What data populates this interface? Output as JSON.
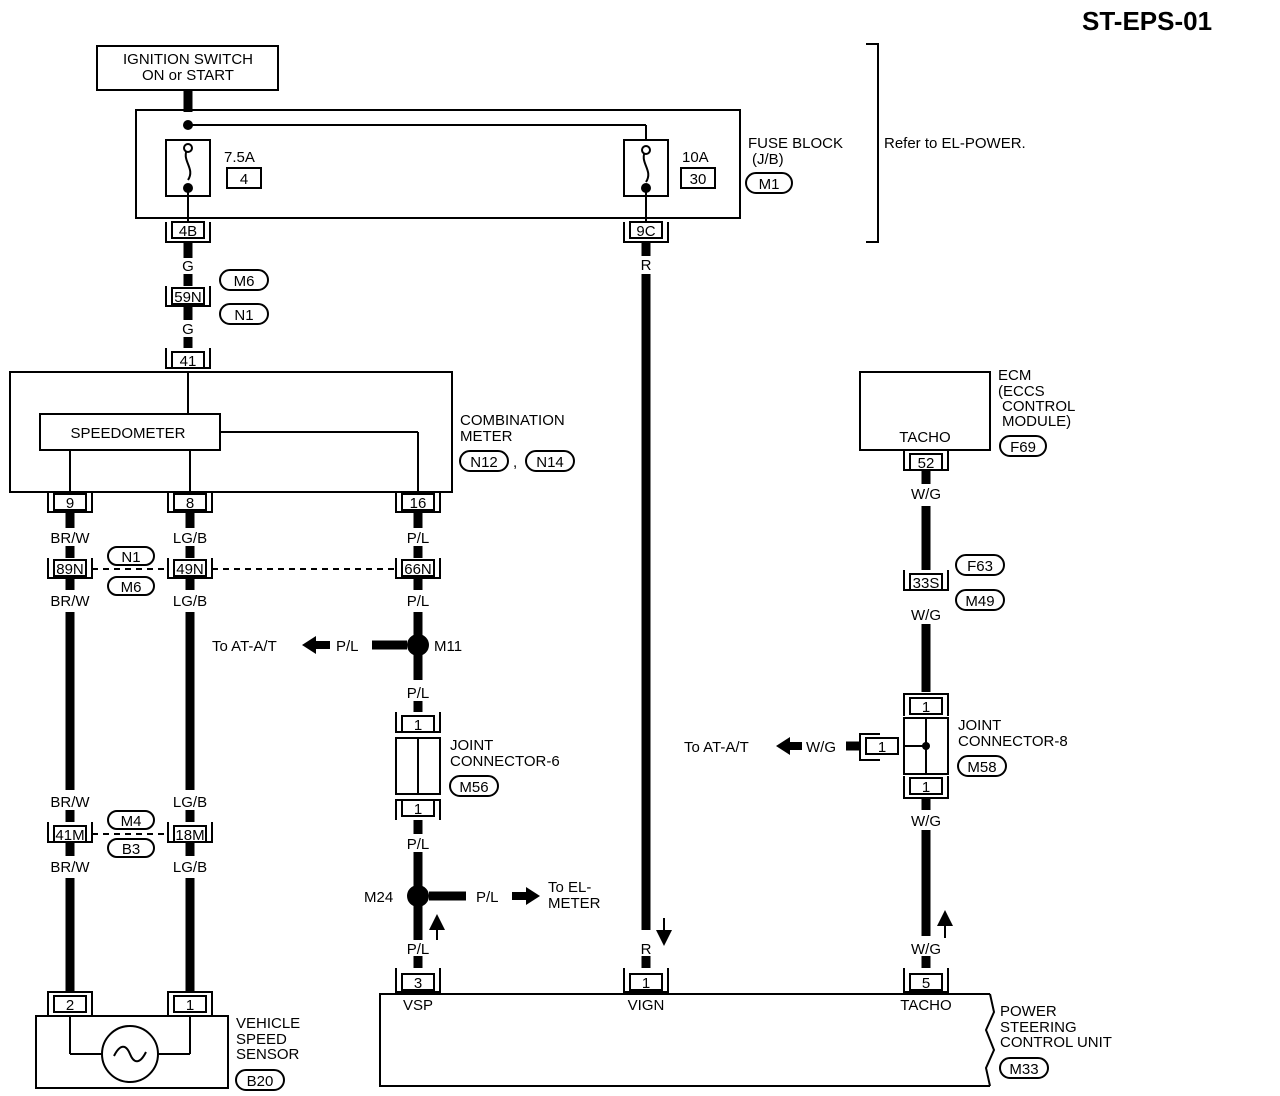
{
  "page_code": "ST-EPS-01",
  "ignition": {
    "line1": "IGNITION SWITCH",
    "line2": "ON or START"
  },
  "fuse_block": {
    "label1": "FUSE BLOCK",
    "label2": "(J/B)",
    "conn": "M1",
    "refer": "Refer to EL-POWER.",
    "fuse_a_amps": "7.5A",
    "fuse_a_num": "4",
    "fuse_b_amps": "10A",
    "fuse_b_num": "30",
    "term_a": "4B",
    "term_b": "9C"
  },
  "wires": {
    "g": "G",
    "r": "R",
    "brw": "BR/W",
    "lgb": "LG/B",
    "pl": "P/L",
    "wg": "W/G"
  },
  "connectors": {
    "m6": "M6",
    "n1": "N1",
    "c59n": "59N",
    "c89n": "89N",
    "c49n": "49N",
    "c66n": "66N",
    "m4": "M4",
    "b3": "B3",
    "c41m": "41M",
    "c18m": "18M",
    "f63": "F63",
    "m49": "M49",
    "c33s": "33S"
  },
  "combination_meter": {
    "label1": "COMBINATION",
    "label2": "METER",
    "conn_a": "N12",
    "conn_b": "N14",
    "sep": ",",
    "speedometer": "SPEEDOMETER",
    "t41": "41",
    "t9": "9",
    "t8": "8",
    "t16": "16"
  },
  "ecm": {
    "label1": "ECM",
    "label2": "(ECCS",
    "label3": "CONTROL",
    "label4": "MODULE)",
    "conn": "F69",
    "tacho": "TACHO",
    "t52": "52"
  },
  "splices": {
    "m11": "M11",
    "m24": "M24"
  },
  "to_at_a": "To AT-A/T",
  "to_at_b": "To AT-A/T",
  "to_el_1": "To EL-",
  "to_el_2": "METER",
  "joint6": {
    "label1": "JOINT",
    "label2": "CONNECTOR-6",
    "conn": "M56",
    "t_top": "1",
    "t_bot": "1"
  },
  "joint8": {
    "label1": "JOINT",
    "label2": "CONNECTOR-8",
    "conn": "M58",
    "t_top": "1",
    "t_side": "1",
    "t_bot": "1"
  },
  "vss": {
    "label1": "VEHICLE",
    "label2": "SPEED",
    "label3": "SENSOR",
    "conn": "B20",
    "t2": "2",
    "t1": "1"
  },
  "pscu": {
    "label1": "POWER",
    "label2": "STEERING",
    "label3": "CONTROL UNIT",
    "conn": "M33",
    "t3": "3",
    "t1": "1",
    "t5": "5",
    "vsp": "VSP",
    "vign": "VIGN",
    "tacho": "TACHO"
  }
}
